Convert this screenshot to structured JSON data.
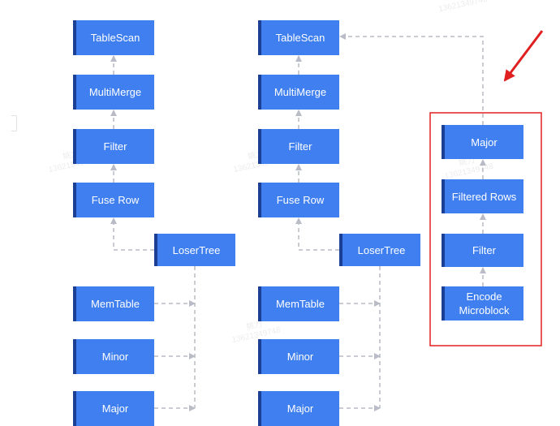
{
  "nodes": {
    "c1": {
      "tablescan": "TableScan",
      "multimerge": "MultiMerge",
      "filter": "Filter",
      "fuserow": "Fuse Row",
      "losertree": "LoserTree",
      "memtable": "MemTable",
      "minor": "Minor",
      "major": "Major"
    },
    "c2": {
      "tablescan": "TableScan",
      "multimerge": "MultiMerge",
      "filter": "Filter",
      "fuserow": "Fuse Row",
      "losertree": "LoserTree",
      "memtable": "MemTable",
      "minor": "Minor",
      "major": "Major"
    },
    "c3": {
      "major": "Major",
      "filtered": "Filtered Rows",
      "filter": "Filter",
      "encode": "Encode\nMicroblock"
    }
  },
  "watermarks": [
    "13621349748",
    "姚力\n13621349748",
    "姚力\n13621349748",
    "姚力\n13621349748",
    "姚力\n13621349748"
  ],
  "colors": {
    "box_fill": "#3f7ff0",
    "box_edge": "#1b3f94",
    "box_text": "#ffffff",
    "connector": "#b9bcc6",
    "highlight": "#e02020",
    "pointer_arrow": "#e02020"
  }
}
